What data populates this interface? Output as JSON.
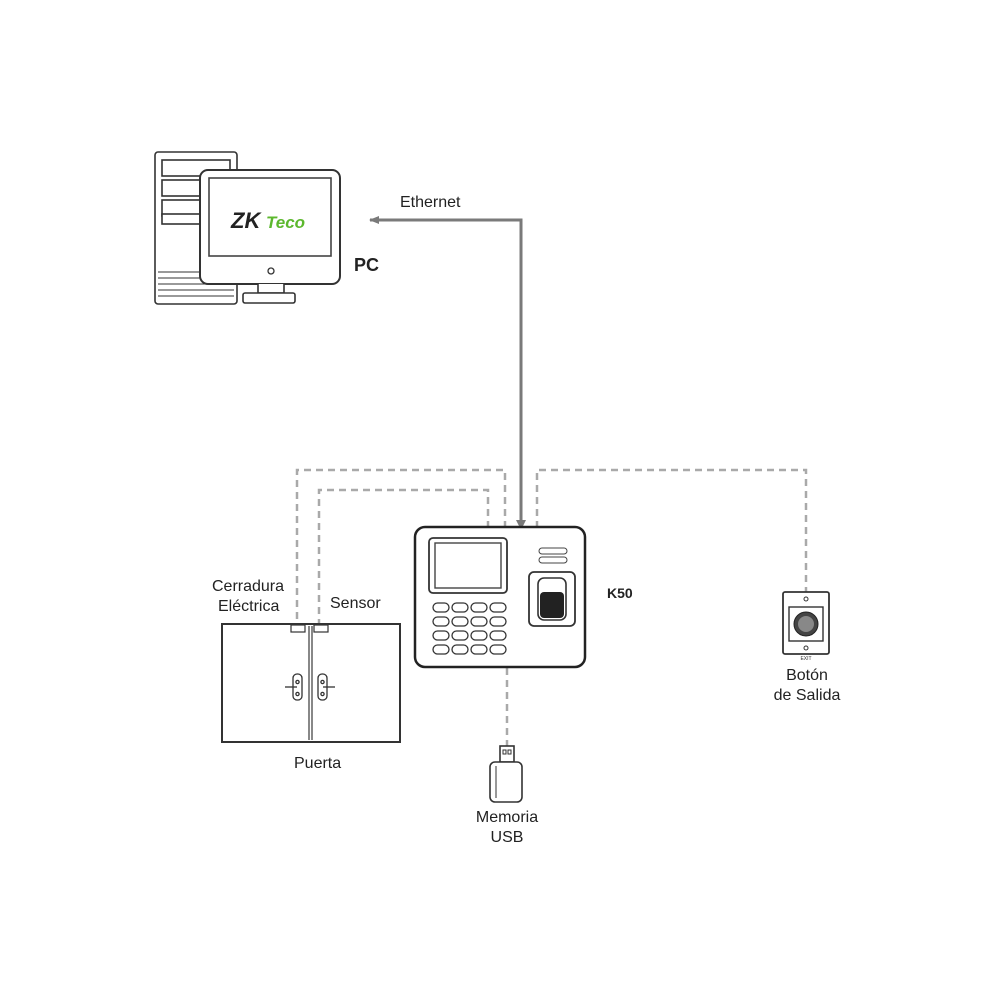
{
  "pc": {
    "label": "PC",
    "logo_zk": "ZK",
    "logo_teco": "Teco",
    "logo_color_zk": "#222222",
    "logo_color_teco": "#5cb82e"
  },
  "connections": {
    "ethernet": "Ethernet",
    "wired_color": "#7a7a7a",
    "dashed_color": "#a9a9a9"
  },
  "device": {
    "label": "K50"
  },
  "door": {
    "lock_line1": "Cerradura",
    "lock_line2": "Eléctrica",
    "sensor": "Sensor",
    "label": "Puerta"
  },
  "usb": {
    "line1": "Memoria",
    "line2": "USB"
  },
  "exit_button": {
    "line1": "Botón",
    "line2": "de Salida",
    "plate_text": "EXIT"
  }
}
